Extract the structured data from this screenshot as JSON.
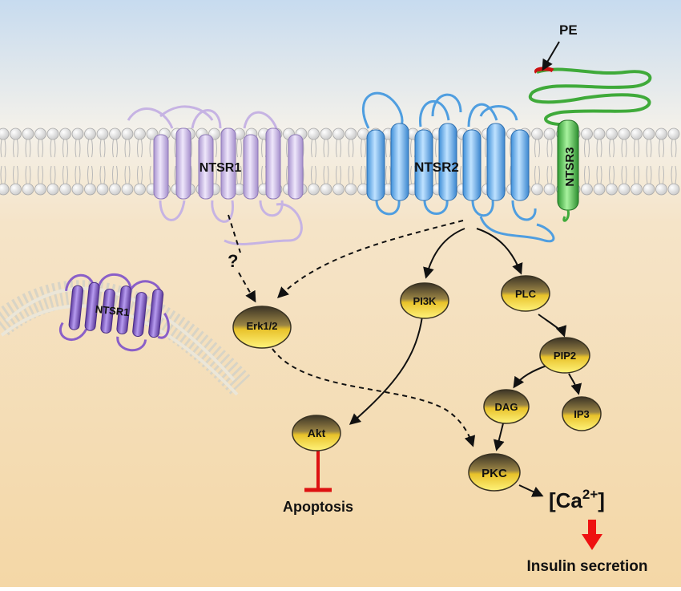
{
  "receptors": {
    "ntsr1_membrane": "NTSR1",
    "ntsr2": "NTSR2",
    "ntsr3": "NTSR3",
    "ntsr1_vesicle": "NTSR1"
  },
  "pe_label": "PE",
  "question_mark": "?",
  "nodes": {
    "erk": "Erk1/2",
    "pi3k": "PI3K",
    "plc": "PLC",
    "pip2": "PIP2",
    "dag": "DAG",
    "ip3": "IP3",
    "akt": "Akt",
    "pkc": "PKC"
  },
  "outputs": {
    "apoptosis": "Apoptosis",
    "calcium_base": "[Ca",
    "calcium_sup": "2+",
    "calcium_close": "]",
    "insulin": "Insulin secretion"
  },
  "colors": {
    "sky_top": "#c9dcf0",
    "cytoplasm": "#f5d8a8",
    "ntsr1": "#c6b3e3",
    "ntsr1_vesicle": "#8a5fc8",
    "ntsr2": "#7bbcf0",
    "ntsr3": "#6fcf6a",
    "pe_tip": "#cc1111",
    "node_gold": "#f2c81c",
    "inhibit": "#dd1111",
    "arrow_red": "#ee1111"
  }
}
